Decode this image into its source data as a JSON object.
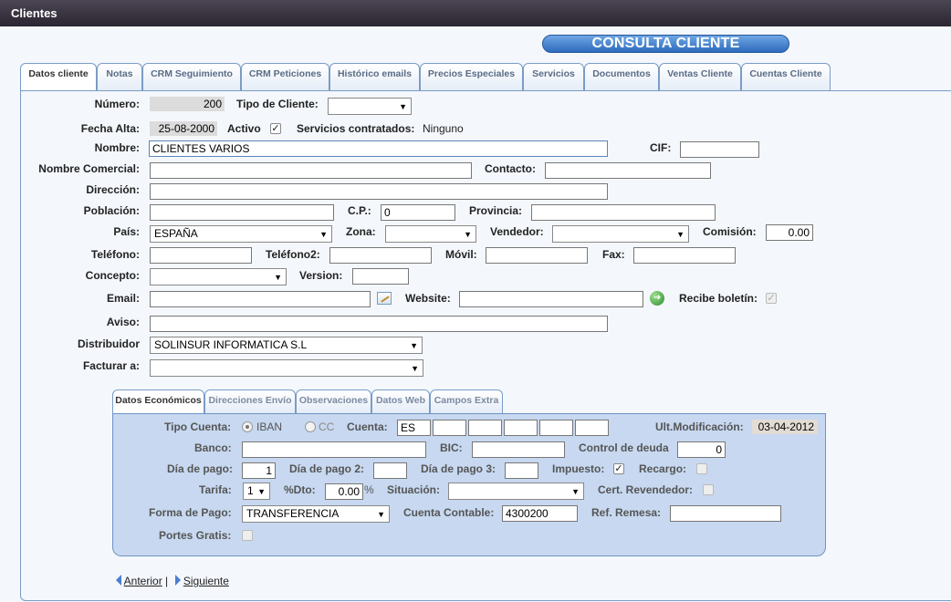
{
  "window": {
    "title": "Clientes"
  },
  "banner": "CONSULTA CLIENTE",
  "tabs": [
    "Datos cliente",
    "Notas",
    "CRM Seguimiento",
    "CRM Peticiones",
    "Histórico emails",
    "Precios Especiales",
    "Servicios",
    "Documentos",
    "Ventas Cliente",
    "Cuentas Cliente"
  ],
  "form": {
    "numero": {
      "label": "Número:",
      "value": "200"
    },
    "tipo_cliente": {
      "label": "Tipo de Cliente:",
      "value": ""
    },
    "fecha_alta": {
      "label": "Fecha Alta:",
      "value": "25-08-2000"
    },
    "activo": {
      "label": "Activo",
      "checked": true
    },
    "servicios": {
      "label": "Servicios contratados:",
      "value": "Ninguno"
    },
    "nombre": {
      "label": "Nombre:",
      "value": "CLIENTES VARIOS"
    },
    "cif": {
      "label": "CIF:",
      "value": ""
    },
    "nombre_comercial": {
      "label": "Nombre Comercial:",
      "value": ""
    },
    "contacto": {
      "label": "Contacto:",
      "value": ""
    },
    "direccion": {
      "label": "Dirección:",
      "value": ""
    },
    "poblacion": {
      "label": "Población:",
      "value": ""
    },
    "cp": {
      "label": "C.P.:",
      "value": "0"
    },
    "provincia": {
      "label": "Provincia:",
      "value": ""
    },
    "pais": {
      "label": "País:",
      "value": "ESPAÑA"
    },
    "zona": {
      "label": "Zona:",
      "value": ""
    },
    "vendedor": {
      "label": "Vendedor:",
      "value": ""
    },
    "comision": {
      "label": "Comisión:",
      "value": "0.00"
    },
    "telefono": {
      "label": "Teléfono:",
      "value": ""
    },
    "telefono2": {
      "label": "Teléfono2:",
      "value": ""
    },
    "movil": {
      "label": "Móvil:",
      "value": ""
    },
    "fax": {
      "label": "Fax:",
      "value": ""
    },
    "concepto": {
      "label": "Concepto:",
      "value": ""
    },
    "version": {
      "label": "Version:",
      "value": ""
    },
    "email": {
      "label": "Email:",
      "value": ""
    },
    "website": {
      "label": "Website:",
      "value": ""
    },
    "recibe_boletin": {
      "label": "Recibe boletín:",
      "checked": true
    },
    "aviso": {
      "label": "Aviso:",
      "value": ""
    },
    "distribuidor": {
      "label": "Distribuidor",
      "value": "SOLINSUR INFORMATICA S.L"
    },
    "facturar": {
      "label": "Facturar a:",
      "value": ""
    }
  },
  "subtabs": [
    "Datos Económicos",
    "Direcciones Envío",
    "Observaciones",
    "Datos Web",
    "Campos Extra"
  ],
  "econ": {
    "tipo_cuenta": {
      "label": "Tipo Cuenta:",
      "opt1": "IBAN",
      "opt2": "CC",
      "selected": "IBAN"
    },
    "cuenta": {
      "label": "Cuenta:",
      "values": [
        "ES",
        "",
        "",
        "",
        "",
        ""
      ]
    },
    "ult_mod": {
      "label": "Ult.Modificación:",
      "value": "03-04-2012"
    },
    "banco": {
      "label": "Banco:",
      "value": ""
    },
    "bic": {
      "label": "BIC:",
      "value": ""
    },
    "control_deuda": {
      "label": "Control de deuda",
      "value": "0"
    },
    "dia_pago": {
      "label": "Día de pago:",
      "value": "1"
    },
    "dia_pago2": {
      "label": "Día de pago 2:",
      "value": ""
    },
    "dia_pago3": {
      "label": "Día de pago 3:",
      "value": ""
    },
    "impuesto": {
      "label": "Impuesto:",
      "checked": true
    },
    "recargo": {
      "label": "Recargo:",
      "checked": false
    },
    "tarifa": {
      "label": "Tarifa:",
      "value": "1"
    },
    "dto": {
      "label": "%Dto:",
      "value": "0.00",
      "suffix": "%"
    },
    "situacion": {
      "label": "Situación:",
      "value": ""
    },
    "cert_revendedor": {
      "label": "Cert. Revendedor:",
      "checked": false
    },
    "forma_pago": {
      "label": "Forma de Pago:",
      "value": "TRANSFERENCIA"
    },
    "cuenta_contable": {
      "label": "Cuenta Contable:",
      "value": "4300200"
    },
    "ref_remesa": {
      "label": "Ref. Remesa:",
      "value": ""
    },
    "portes_gratis": {
      "label": "Portes Gratis:",
      "checked": false
    }
  },
  "nav": {
    "prev": "Anterior",
    "sep": "|",
    "next": "Siguiente"
  },
  "symbols": {
    "check": "✓",
    "arrow": "▼"
  }
}
